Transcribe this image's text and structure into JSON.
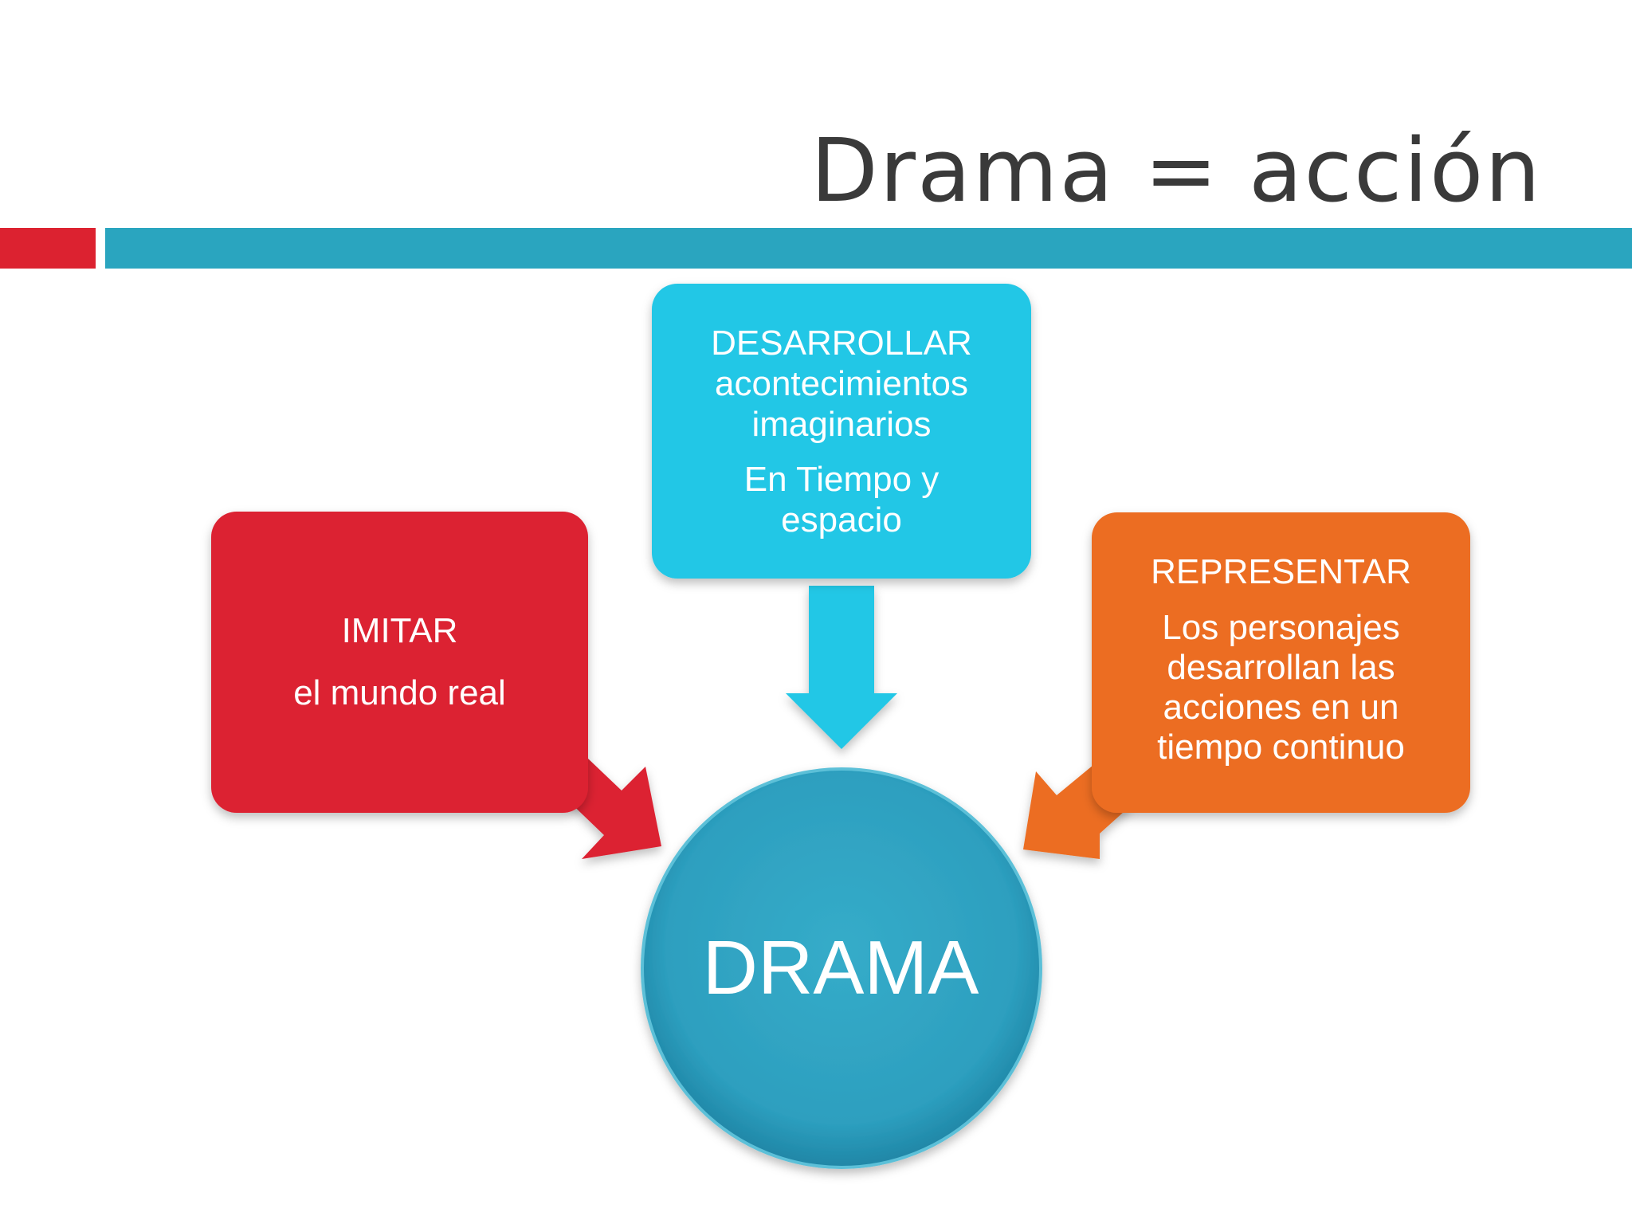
{
  "slide": {
    "title": "Drama = acción"
  },
  "diagram": {
    "imitar": {
      "label": "IMITAR",
      "sub": "el mundo real"
    },
    "desarrollar": {
      "label": "DESARROLLAR",
      "lines": [
        "acontecimientos",
        "imaginarios"
      ],
      "extra": [
        "En Tiempo y",
        "espacio"
      ]
    },
    "representar": {
      "label": "REPRESENTAR",
      "lines": [
        "Los personajes",
        "desarrollan las",
        "acciones en un",
        "tiempo continuo"
      ]
    },
    "center": {
      "label": "DRAMA"
    }
  },
  "colors": {
    "red": "#dc2230",
    "cyan": "#22c7e6",
    "orange": "#ec6d22",
    "teal": "#2aa5bf",
    "circle": "#2fa5c6"
  }
}
